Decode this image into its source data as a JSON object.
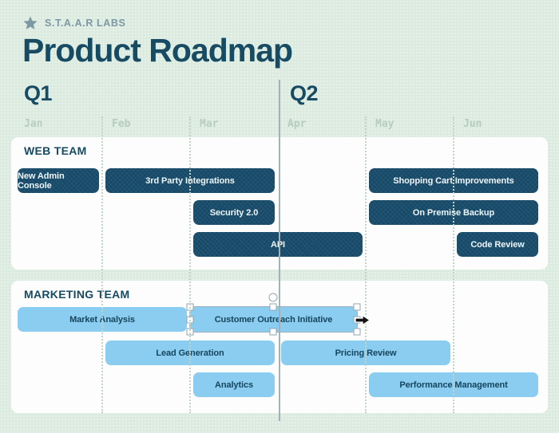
{
  "brand": {
    "name": "S.T.A.A.R LABS"
  },
  "title": "Product Roadmap",
  "quarters": [
    {
      "label": "Q1"
    },
    {
      "label": "Q2"
    }
  ],
  "months": [
    "Jan",
    "Feb",
    "Mar",
    "Apr",
    "May",
    "Jun"
  ],
  "colors": {
    "background": "#dcebe0",
    "panel": "#fcfdfc",
    "navy_bar": "#164a68",
    "sky_bar": "#8bcdf0",
    "heading": "#174a63",
    "brand_text": "#7e98a4",
    "month_label": "#b7ccbe",
    "divider_line": "#a3b2b6",
    "selection_handle_border": "#92a6b1"
  },
  "chart_data": {
    "type": "table",
    "title": "Product Roadmap",
    "x": [
      "Jan",
      "Feb",
      "Mar",
      "Apr",
      "May",
      "Jun"
    ],
    "note": "gantt-style roadmap; start/span are in month units (0 = start of Jan)"
  },
  "editor": {
    "selected_bar": "Customer Outreach Initiative"
  },
  "teams": [
    {
      "name": "WEB TEAM",
      "bar_style": "navy",
      "bars": [
        {
          "label": "New Admin Console",
          "row": 0,
          "start": 0,
          "span": 1
        },
        {
          "label": "3rd Party Integrations",
          "row": 0,
          "start": 1,
          "span": 2
        },
        {
          "label": "Shopping Cart Improvements",
          "row": 0,
          "start": 4,
          "span": 2
        },
        {
          "label": "Security 2.0",
          "row": 1,
          "start": 2,
          "span": 1
        },
        {
          "label": "On Premise Backup",
          "row": 1,
          "start": 4,
          "span": 2
        },
        {
          "label": "API",
          "row": 2,
          "start": 2,
          "span": 2
        },
        {
          "label": "Code Review",
          "row": 2,
          "start": 5,
          "span": 1
        }
      ]
    },
    {
      "name": "MARKETING TEAM",
      "bar_style": "sky",
      "bars": [
        {
          "label": "Market Analysis",
          "row": 0,
          "start": 0,
          "span": 2
        },
        {
          "label": "Customer Outreach Initiative",
          "row": 0,
          "start": 1.96,
          "span": 1.98,
          "selected": true
        },
        {
          "label": "Lead Generation",
          "row": 1,
          "start": 1,
          "span": 2
        },
        {
          "label": "Pricing Review",
          "row": 1,
          "start": 3,
          "span": 2
        },
        {
          "label": "Analytics",
          "row": 2,
          "start": 2,
          "span": 1
        },
        {
          "label": "Performance Management",
          "row": 2,
          "start": 4,
          "span": 2
        }
      ]
    }
  ]
}
